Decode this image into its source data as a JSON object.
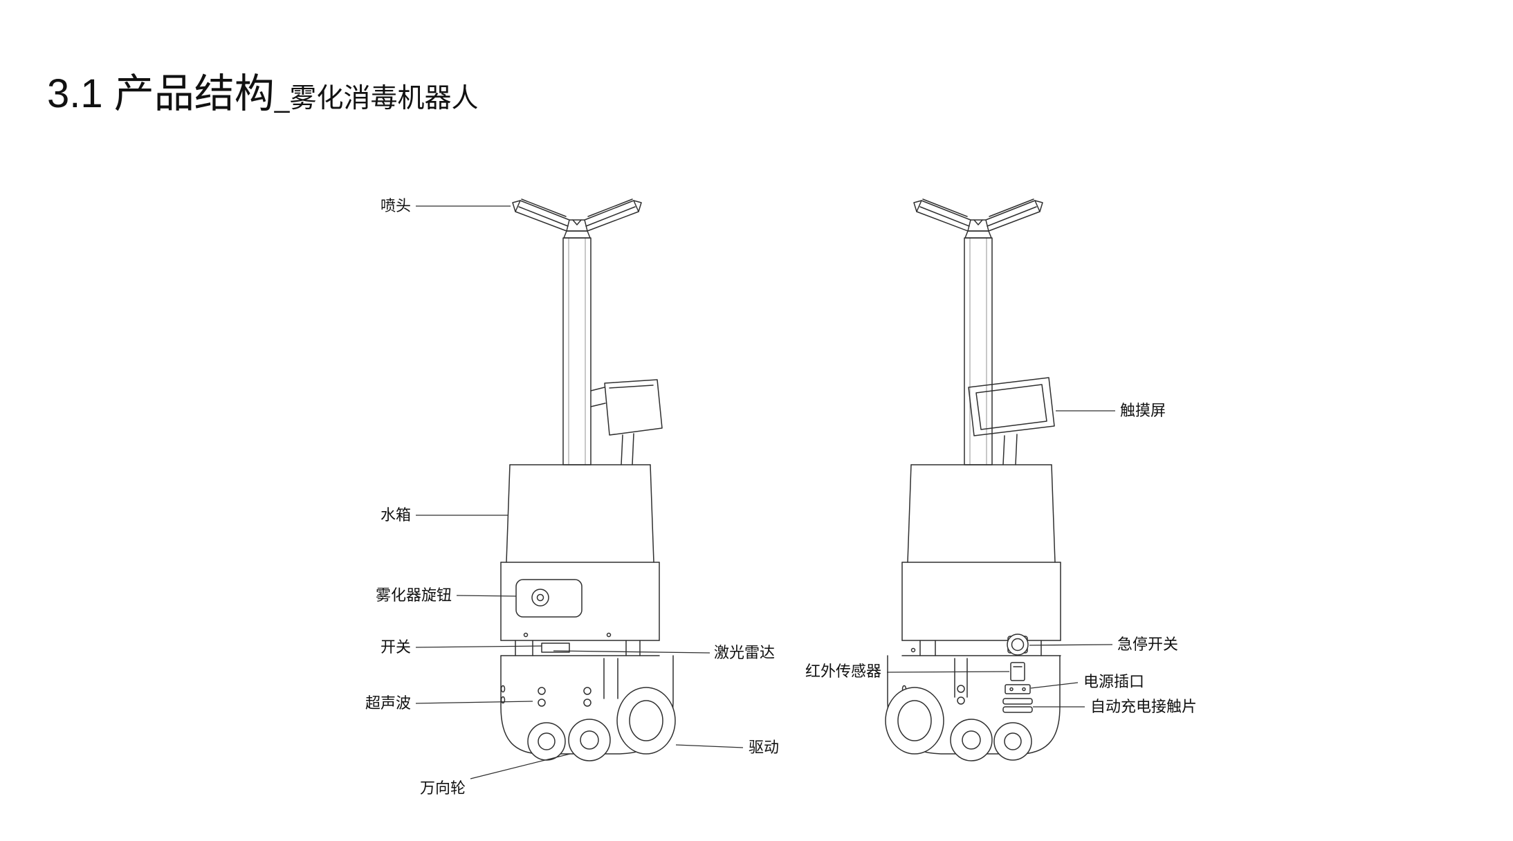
{
  "title": {
    "main": "3.1 产品结构",
    "sub": "_雾化消毒机器人"
  },
  "colors": {
    "background": "#ffffff",
    "line_art": "#2f2f2f",
    "text": "#111111"
  },
  "parts": {
    "spray_head": "喷头",
    "water_tank": "水箱",
    "atomizer_knob": "雾化器旋钮",
    "switch": "开关",
    "ultrasonic": "超声波",
    "caster_wheel": "万向轮",
    "lidar": "激光雷达",
    "drive": "驱动",
    "touch_screen": "触摸屏",
    "emergency_stop": "急停开关",
    "infrared_sensor": "红外传感器",
    "power_socket": "电源插口",
    "charging_contacts": "自动充电接触片"
  }
}
